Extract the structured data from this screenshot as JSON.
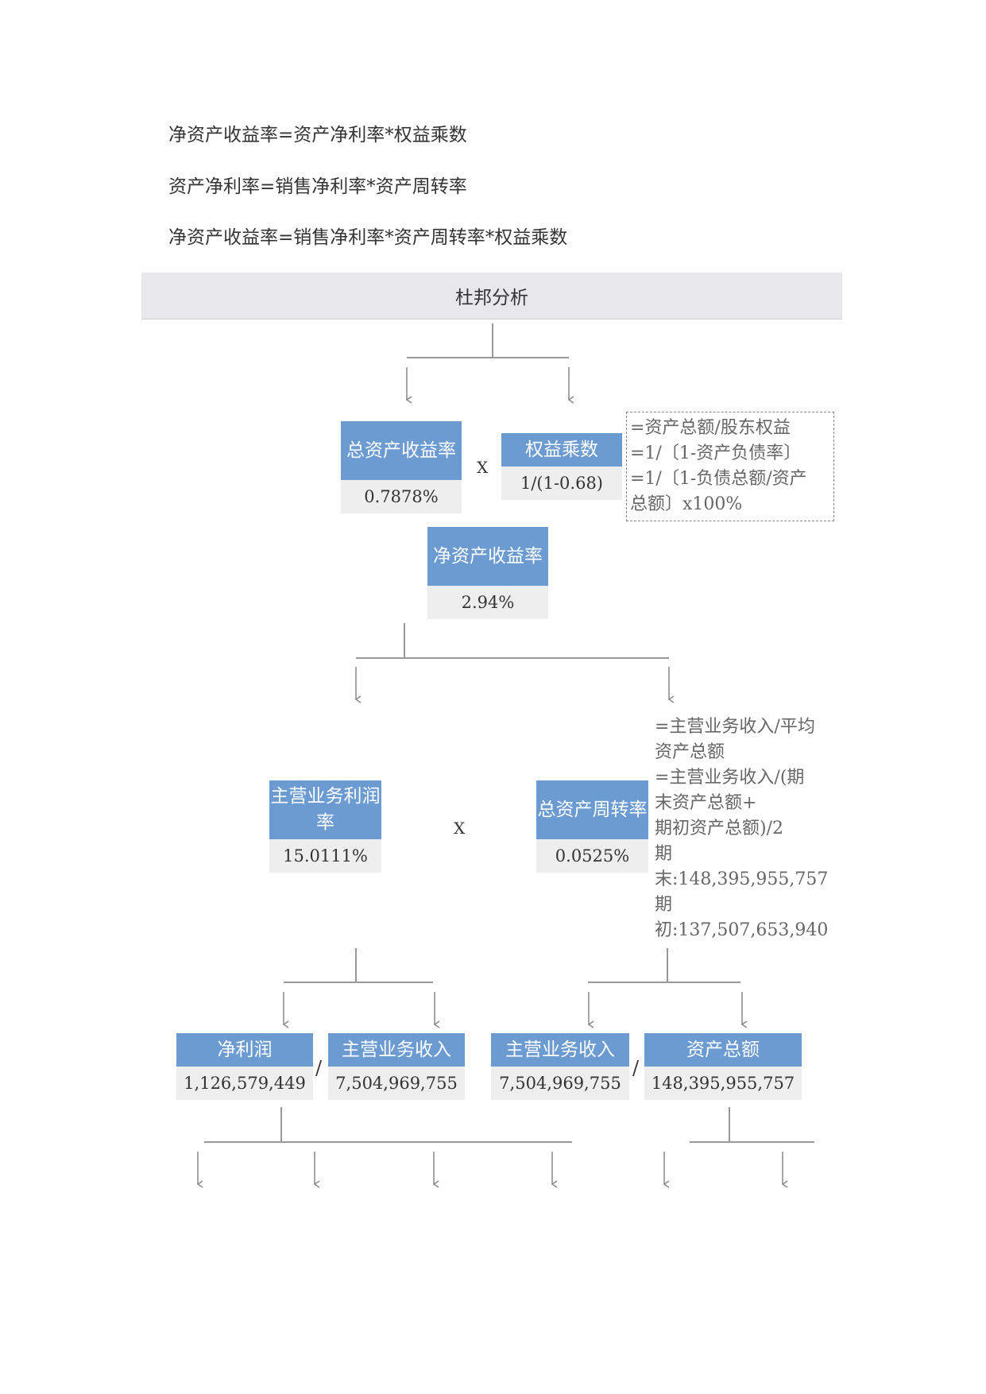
{
  "formulas": [
    "净资产收益率=资产净利率*权益乘数",
    "资产净利率=销售净利率*资产周转率",
    "净资产收益率=销售净利率*资产周转率*权益乘数"
  ],
  "banner": "杜邦分析",
  "boxes": {
    "total_asset_return": {
      "title": "总资产收益率",
      "value": "0.7878%"
    },
    "equity_multiplier": {
      "title": "权益乘数",
      "value": "1/(1-0.68)"
    },
    "roe": {
      "title": "净资产收益率",
      "value": "2.94%"
    },
    "profit_margin": {
      "title": "主营业务利润率",
      "value": "15.0111%"
    },
    "asset_turnover": {
      "title": "总资产周转率",
      "value": "0.0525%"
    },
    "net_profit": {
      "title": "净利润",
      "value": "1,126,579,449"
    },
    "revenue_left": {
      "title": "主营业务收入",
      "value": "7,504,969,755"
    },
    "revenue_right": {
      "title": "主营业务收入",
      "value": "7,504,969,755"
    },
    "total_assets": {
      "title": "资产总额",
      "value": "148,395,955,757"
    }
  },
  "operators": {
    "multiply_top": "X",
    "multiply_mid": "X",
    "divide_left": "/",
    "divide_right": "/"
  },
  "notes": {
    "equity_multiplier": [
      "=资产总额/股东权益",
      "=1/〔1-资产负债率〕",
      "=1/〔1-负债总额/资产",
      "总额〕x100%"
    ],
    "asset_turnover": [
      "=主营业务收入/平均",
      "资产总额",
      "=主营业务收入/(期",
      "末资产总额+",
      "期初资产总额)/2",
      "期",
      "末:148,395,955,757",
      "期",
      "初:137,507,653,940"
    ]
  }
}
